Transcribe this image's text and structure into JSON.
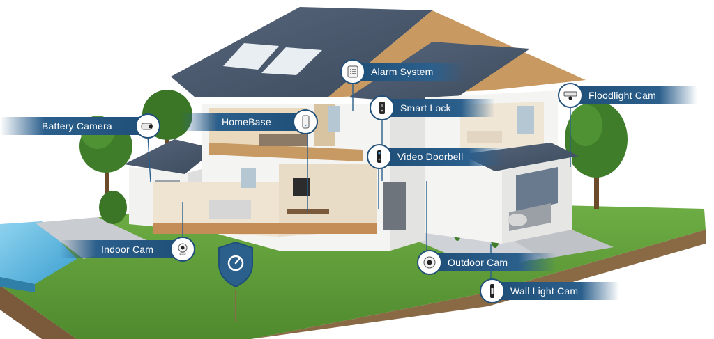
{
  "labels": {
    "battery_camera": "Battery Camera",
    "homebase": "HomeBase",
    "alarm_system": "Alarm System",
    "smart_lock": "Smart Lock",
    "floodlight_cam": "Floodlight Cam",
    "video_doorbell": "Video Doorbell",
    "indoor_cam": "Indoor Cam",
    "outdoor_cam": "Outdoor Cam",
    "wall_light_cam": "Wall Light Cam"
  },
  "colors": {
    "label_bar": "#2b5f8c",
    "label_border": "#21507a",
    "roof": "#4a5a70",
    "grass": "#5e9a3a",
    "water": "#5fb3d8"
  },
  "icons": {
    "battery_camera": "battery-camera-icon",
    "homebase": "homebase-icon",
    "alarm_system": "alarm-keypad-icon",
    "smart_lock": "smart-lock-icon",
    "floodlight_cam": "floodlight-icon",
    "video_doorbell": "doorbell-icon",
    "indoor_cam": "indoor-camera-icon",
    "outdoor_cam": "outdoor-camera-icon",
    "wall_light_cam": "wall-light-icon",
    "shield": "shield-logo-icon"
  }
}
